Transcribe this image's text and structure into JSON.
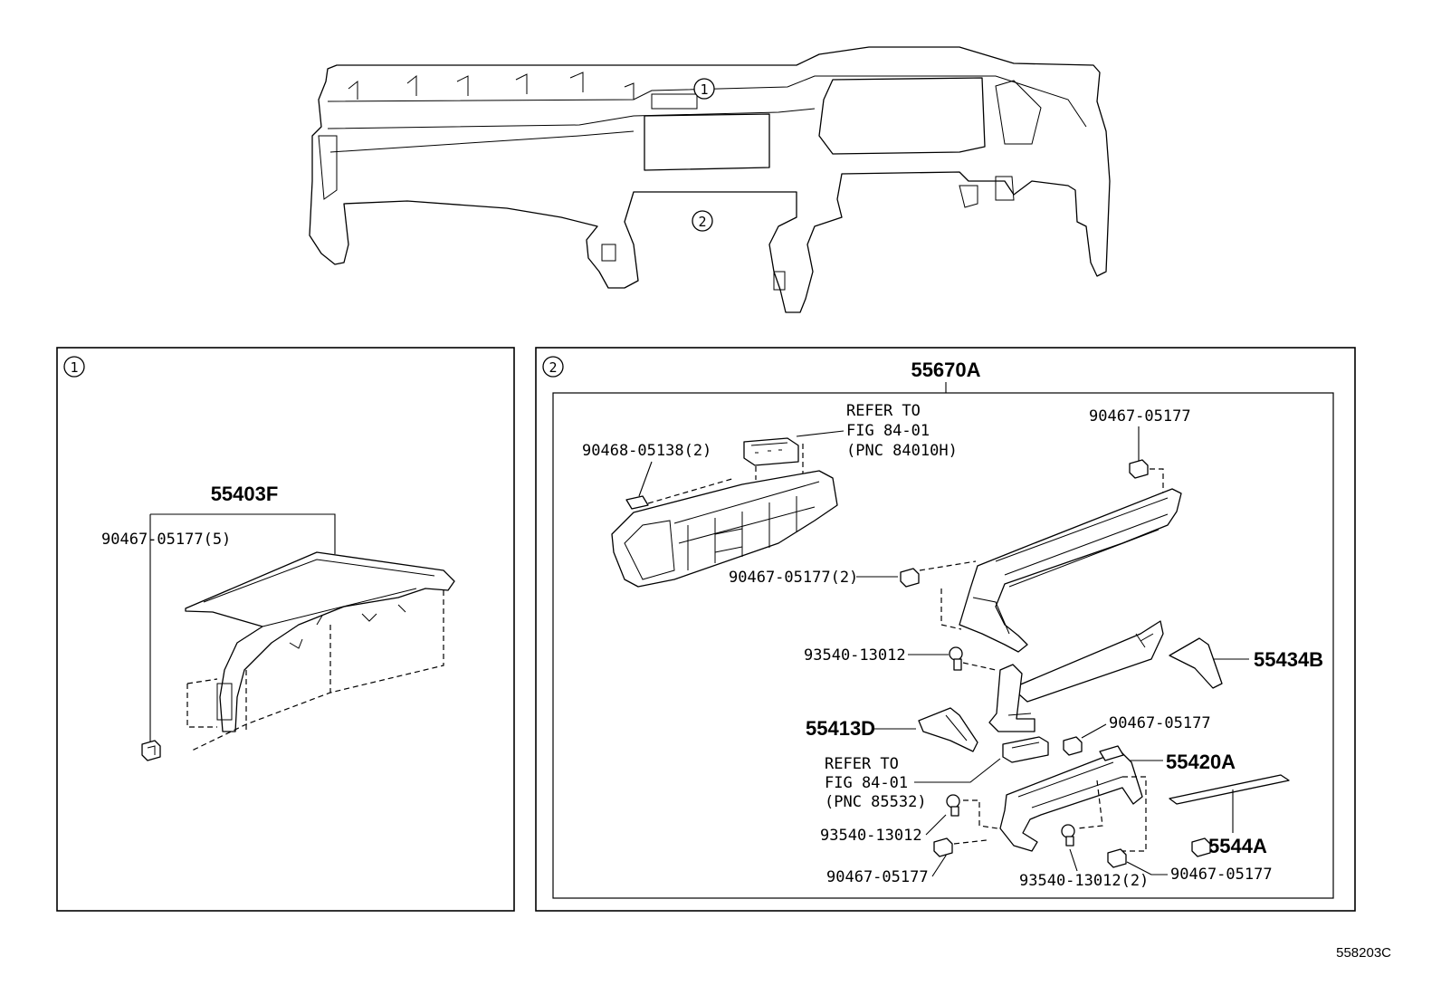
{
  "diagram_id": "558203C",
  "callouts": {
    "c1": "1",
    "c2": "2"
  },
  "panel1": {
    "index": "1",
    "parts": {
      "p55403F": "55403F",
      "p90467_05177_5": "90467-05177(5)"
    }
  },
  "panel2": {
    "index": "2",
    "assembly": "55670A",
    "refer1": {
      "line1": "REFER TO",
      "line2": "FIG 84-01",
      "line3": "(PNC 84010H)"
    },
    "refer2": {
      "line1": "REFER TO",
      "line2": "FIG 84-01",
      "line3": "(PNC 85532)"
    },
    "parts": {
      "p90468_05138_2": "90468-05138(2)",
      "p90467_05177_top": "90467-05177",
      "p90467_05177_2": "90467-05177(2)",
      "p93540_13012_a": "93540-13012",
      "p55434B": "55434B",
      "p55413D": "55413D",
      "p90467_05177_mid": "90467-05177",
      "p55420A": "55420A",
      "p5544A": "5544A",
      "p93540_13012_b": "93540-13012",
      "p90467_05177_bl": "90467-05177",
      "p93540_13012_2": "93540-13012(2)",
      "p90467_05177_br": "90467-05177"
    }
  }
}
